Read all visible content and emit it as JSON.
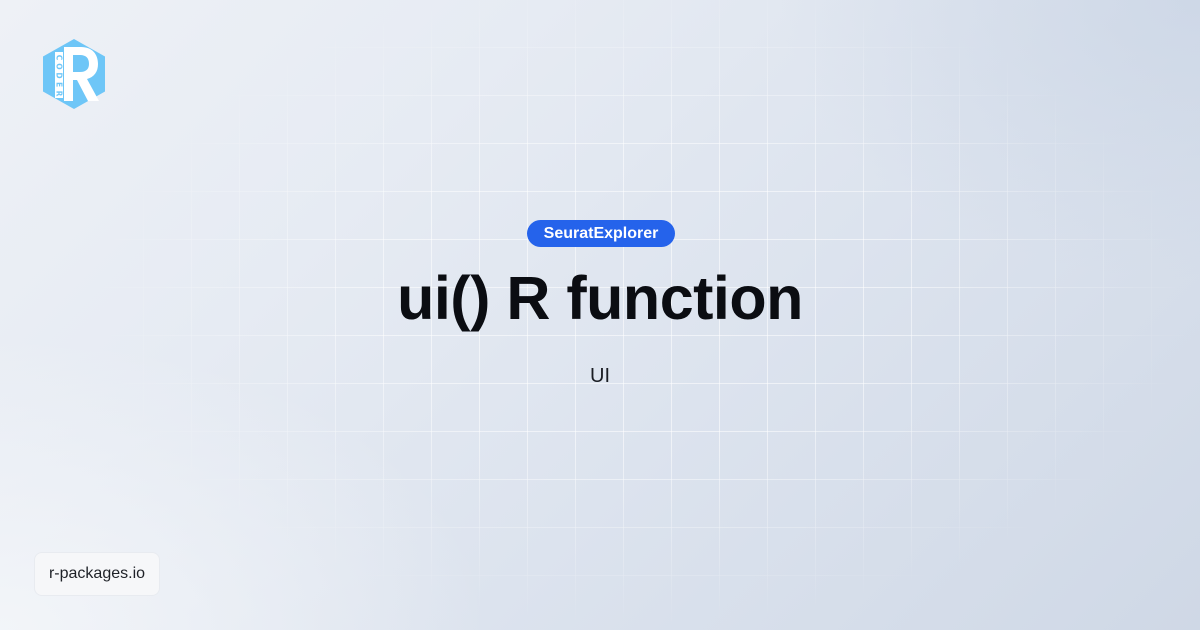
{
  "logo": {
    "icon": "r-coder-hexagon-logo",
    "letter": "R",
    "vertical_text": "CODER",
    "color": "#6ec6f7"
  },
  "badge": {
    "label": "SeuratExplorer",
    "color": "#2563eb"
  },
  "title": "ui() R function",
  "subtitle": "UI",
  "footer": {
    "site": "r-packages.io"
  }
}
